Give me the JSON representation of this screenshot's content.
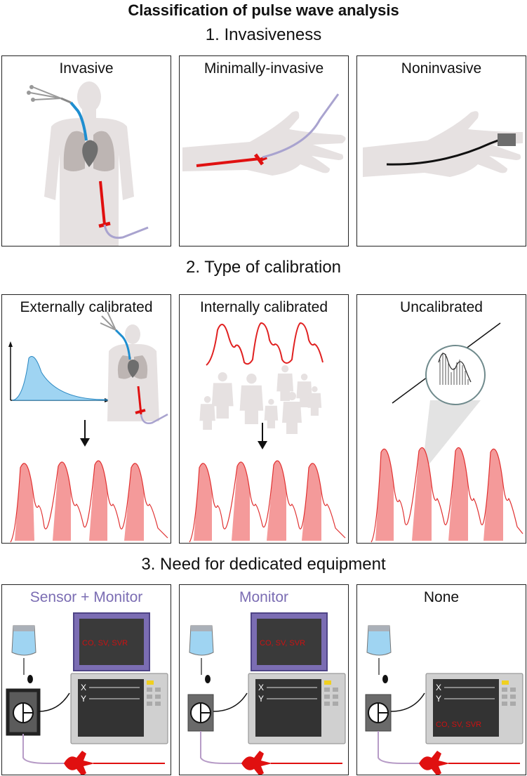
{
  "title": "Classification of pulse wave analysis",
  "sections": [
    {
      "heading": "1. Invasiveness",
      "panels": [
        {
          "label": "Invasive"
        },
        {
          "label": "Minimally-invasive"
        },
        {
          "label": "Noninvasive"
        }
      ]
    },
    {
      "heading": "2. Type of calibration",
      "panels": [
        {
          "label": "Externally calibrated"
        },
        {
          "label": "Internally calibrated"
        },
        {
          "label": "Uncalibrated"
        }
      ]
    },
    {
      "heading": "3. Need for dedicated equipment",
      "panels": [
        {
          "label": "Sensor + Monitor",
          "screen_text": "CO, SV, SVR"
        },
        {
          "label": "Monitor",
          "screen_text": "CO, SV, SVR"
        },
        {
          "label": "None",
          "screen_text": "CO, SV, SVR"
        }
      ]
    }
  ],
  "monitor": {
    "x_label": "X",
    "y_label": "Y"
  },
  "colors": {
    "catheter_red": "#e01010",
    "central_line_blue": "#1e8ed0",
    "dedicated_purple": "#7b6db3",
    "waveform_fill": "#f49a9a",
    "body_gray": "#e6e1e1"
  }
}
